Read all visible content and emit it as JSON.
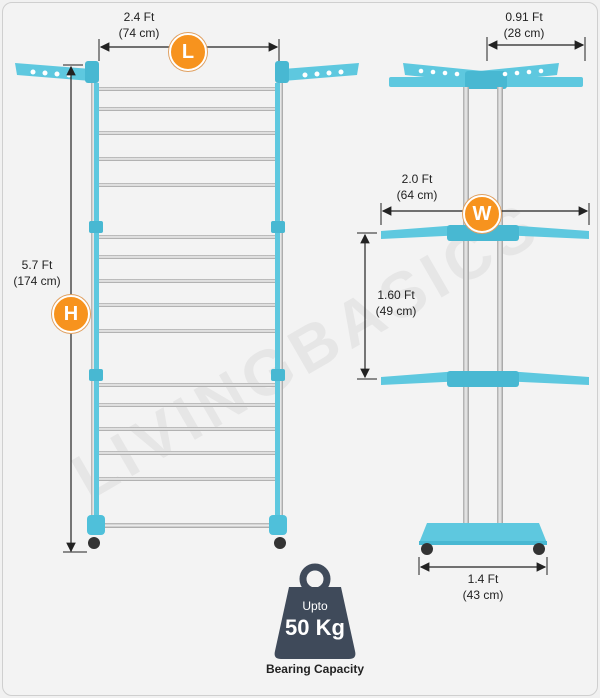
{
  "watermark": "LIVINGBASICS",
  "dimensions": {
    "length": {
      "ft": "2.4 Ft",
      "cm": "(74 cm)",
      "badge": "L"
    },
    "height": {
      "ft": "5.7 Ft",
      "cm": "(174 cm)",
      "badge": "H"
    },
    "side_top": {
      "ft": "0.91 Ft",
      "cm": "(28 cm)"
    },
    "width": {
      "ft": "2.0 Ft",
      "cm": "(64 cm)",
      "badge": "W"
    },
    "tier_gap": {
      "ft": "1.60 Ft",
      "cm": "(49 cm)"
    },
    "base": {
      "ft": "1.4 Ft",
      "cm": "(43 cm)"
    }
  },
  "capacity": {
    "upto": "Upto",
    "weight": "50 Kg",
    "caption": "Bearing Capacity"
  },
  "colors": {
    "accent_orange": "#f7931e",
    "plastic_blue": "#5ec8df",
    "steel": "#c9c9c9",
    "weight_dark": "#3f4a5a"
  }
}
